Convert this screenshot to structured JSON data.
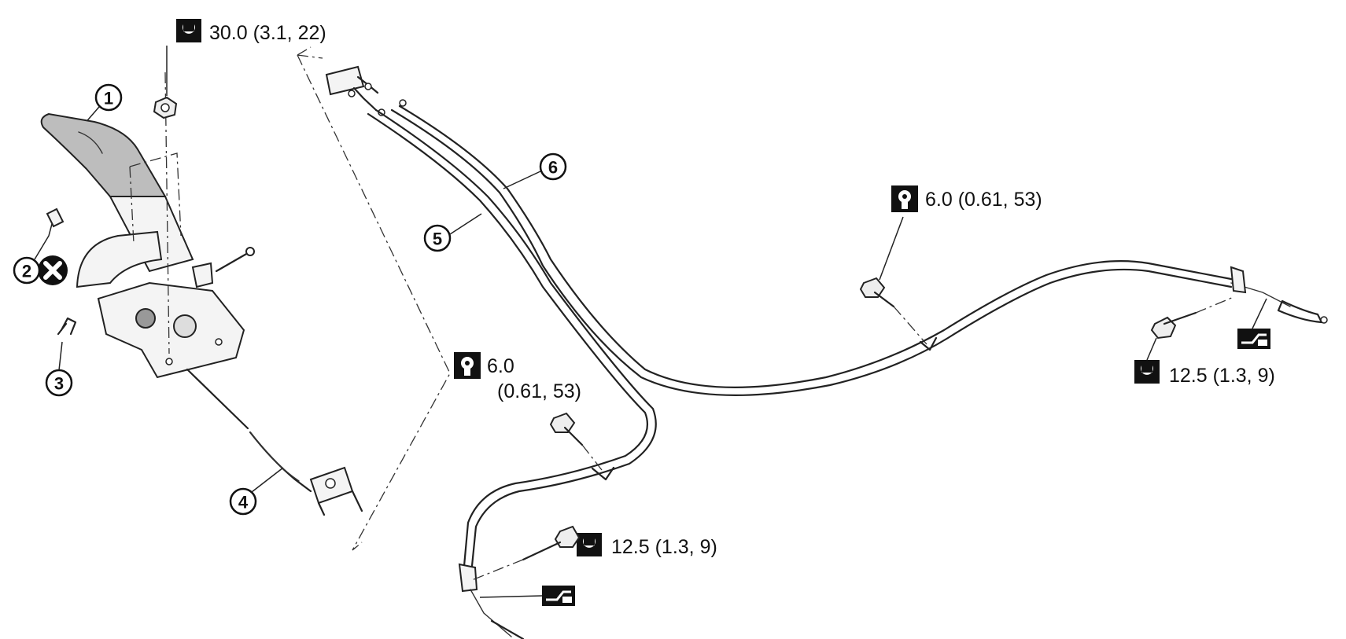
{
  "torque_specs": {
    "nut_lever": "30.0 (3.1, 22)",
    "bolt_cable_upper": "6.0 (0.61, 53)",
    "bolt_cable_lower_value": "6.0",
    "bolt_cable_lower_units": "(0.61, 53)",
    "bolt_cable_end_right": "12.5 (1.3, 9)",
    "bolt_cable_end_left": "12.5 (1.3, 9)"
  },
  "callouts": {
    "c1": "1",
    "c2": "2",
    "c3": "3",
    "c4": "4",
    "c5": "5",
    "c6": "6"
  },
  "icons": {
    "torque_wrench": "torque-wrench-icon",
    "torque_wrench_precise": "torque-wrench-precise-icon",
    "non_reusable": "non-reusable-part-icon",
    "grease": "grease-point-icon"
  },
  "colors": {
    "line": "#222222",
    "icon_fill": "#111111",
    "background": "#ffffff"
  }
}
